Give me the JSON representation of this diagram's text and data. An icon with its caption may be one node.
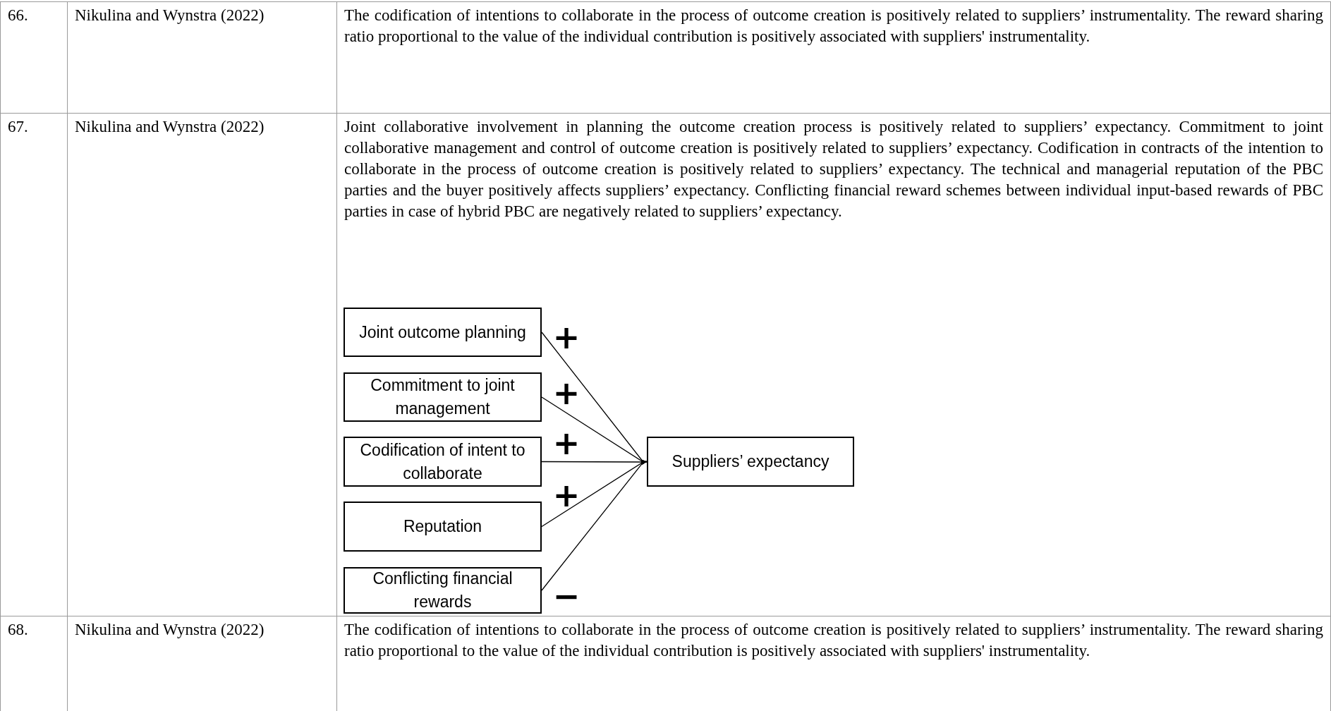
{
  "diagram": {
    "nodes": [
      {
        "text": [
          "Joint outcome planning"
        ]
      },
      {
        "text": [
          "Commitment to joint management"
        ]
      },
      {
        "text": [
          "Codification of intent to collaborate"
        ]
      },
      {
        "text": [
          "Reputation"
        ]
      },
      {
        "text": [
          "Conflicting financial rewards"
        ]
      },
      {
        "text": [
          "Suppliers’ expectancy"
        ]
      }
    ],
    "edges": [
      {
        "from": 0,
        "to": 5,
        "arrow": "to",
        "label": "+"
      },
      {
        "from": 1,
        "to": 5,
        "arrow": "to",
        "label": "+"
      },
      {
        "from": 2,
        "to": 5,
        "arrow": "to",
        "label": "+"
      },
      {
        "from": 3,
        "to": 5,
        "arrow": "to",
        "label": "+"
      },
      {
        "from": 4,
        "to": 5,
        "arrow": "to",
        "label": "−"
      }
    ],
    "labels": [
      "66.",
      "Nikulina and Wynstra (2022)",
      "The codification of intentions to collaborate in the process of outcome creation is positively related to suppliers’ instrumentality. The reward sharing ratio proportional to the value of the individual contribution is positively associated with suppliers' instrumentality.",
      "67.",
      "Nikulina and Wynstra (2022)",
      "Joint collaborative involvement in planning the outcome creation process is positively related to suppliers’ expectancy. Commitment to joint collaborative management and control of outcome creation is positively related to suppliers’ expectancy. Codification in contracts of the intention to collaborate in the process of outcome creation is positively related to suppliers’ expectancy. The technical and managerial reputation of the PBC parties and the buyer positively affects suppliers’ expectancy. Conflicting financial reward schemes between individual input-based rewards of PBC parties in case of hybrid PBC are negatively related to suppliers’ expectancy.",
      "68.",
      "Nikulina and Wynstra (2022)",
      "The codification of intentions to collaborate in the process of outcome creation is positively related to suppliers’ instrumentality. The reward sharing ratio proportional to the value of the individual contribution is positively associated with suppliers' instrumentality."
    ]
  }
}
